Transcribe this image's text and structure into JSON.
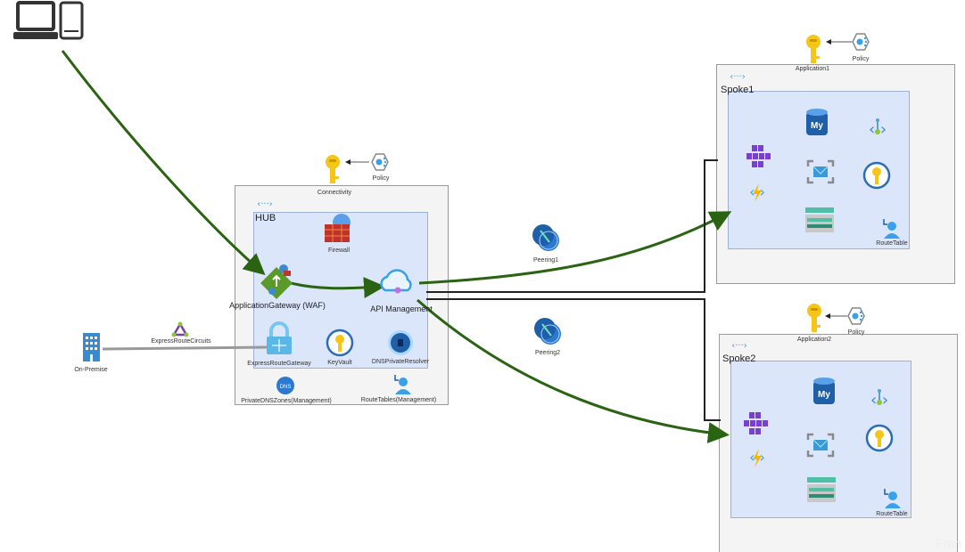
{
  "client": {
    "icons": [
      "laptop-icon",
      "phone-icon"
    ]
  },
  "hub": {
    "subscription_label": "Connectivity",
    "policy_label": "Policy",
    "vnet_label": "HUB",
    "firewall_label": "Firewall",
    "app_gateway_label": "ApplicationGateway (WAF)",
    "api_management_label": "API Management",
    "expressroute_gateway_label": "ExpressRouteGateway",
    "keyvault_label": "KeyVault",
    "dns_resolver_label": "DNSPrivateResolver",
    "private_dns_label": "PrivateDNSZones(Management)",
    "route_tables_label": "RouteTables(Management)"
  },
  "onprem": {
    "label": "On-Premise",
    "circuit_label": "ExpressRouteCircuits"
  },
  "peerings": [
    {
      "label": "Peering1"
    },
    {
      "label": "Peering2"
    }
  ],
  "spokes": [
    {
      "subscription_label": "Application1",
      "policy_label": "Policy",
      "vnet_label": "Spoke1",
      "route_table_label": "RouteTable"
    },
    {
      "subscription_label": "Application2",
      "policy_label": "Policy",
      "vnet_label": "Spoke2",
      "route_table_label": "RouteTable"
    }
  ],
  "colors": {
    "flow_arrow": "#2a6312",
    "vnet_fill": "#dce6fa",
    "box_fill": "#f4f4f4",
    "key": "#f5c518"
  },
  "watermark": "Fran"
}
